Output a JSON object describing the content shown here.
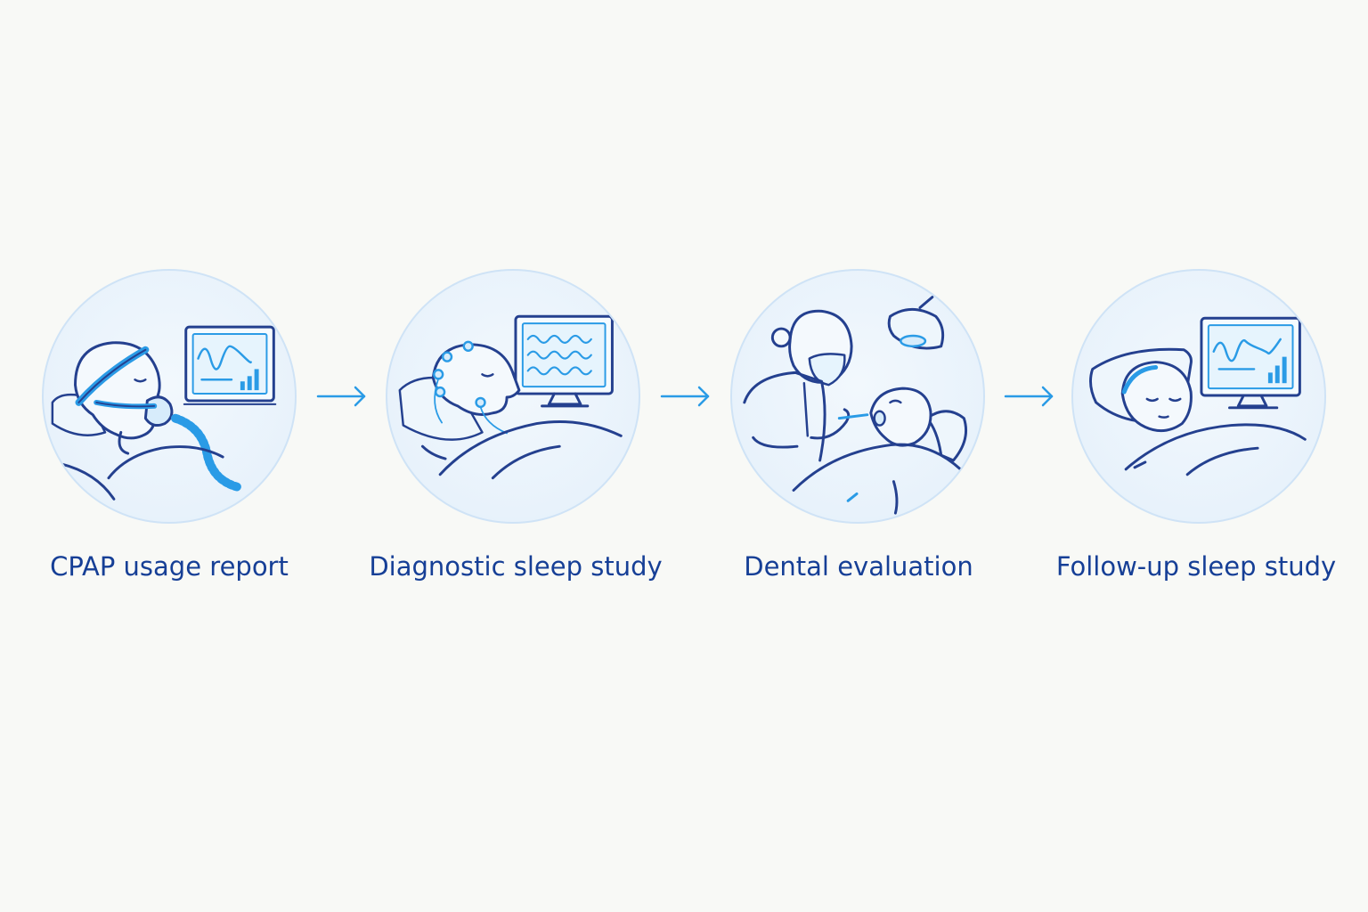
{
  "steps": [
    {
      "label": "CPAP usage report",
      "icon": "cpap-patient-monitor-icon"
    },
    {
      "label": "Diagnostic sleep study",
      "icon": "sleep-study-electrodes-icon"
    },
    {
      "label": "Dental evaluation",
      "icon": "dentist-exam-icon"
    },
    {
      "label": "Follow-up sleep study",
      "icon": "sleeping-patient-monitor-icon"
    }
  ],
  "colors": {
    "line": "#24408f",
    "accent": "#2a9be6",
    "text": "#163f96",
    "circle_fill": "#e8f2fb"
  }
}
